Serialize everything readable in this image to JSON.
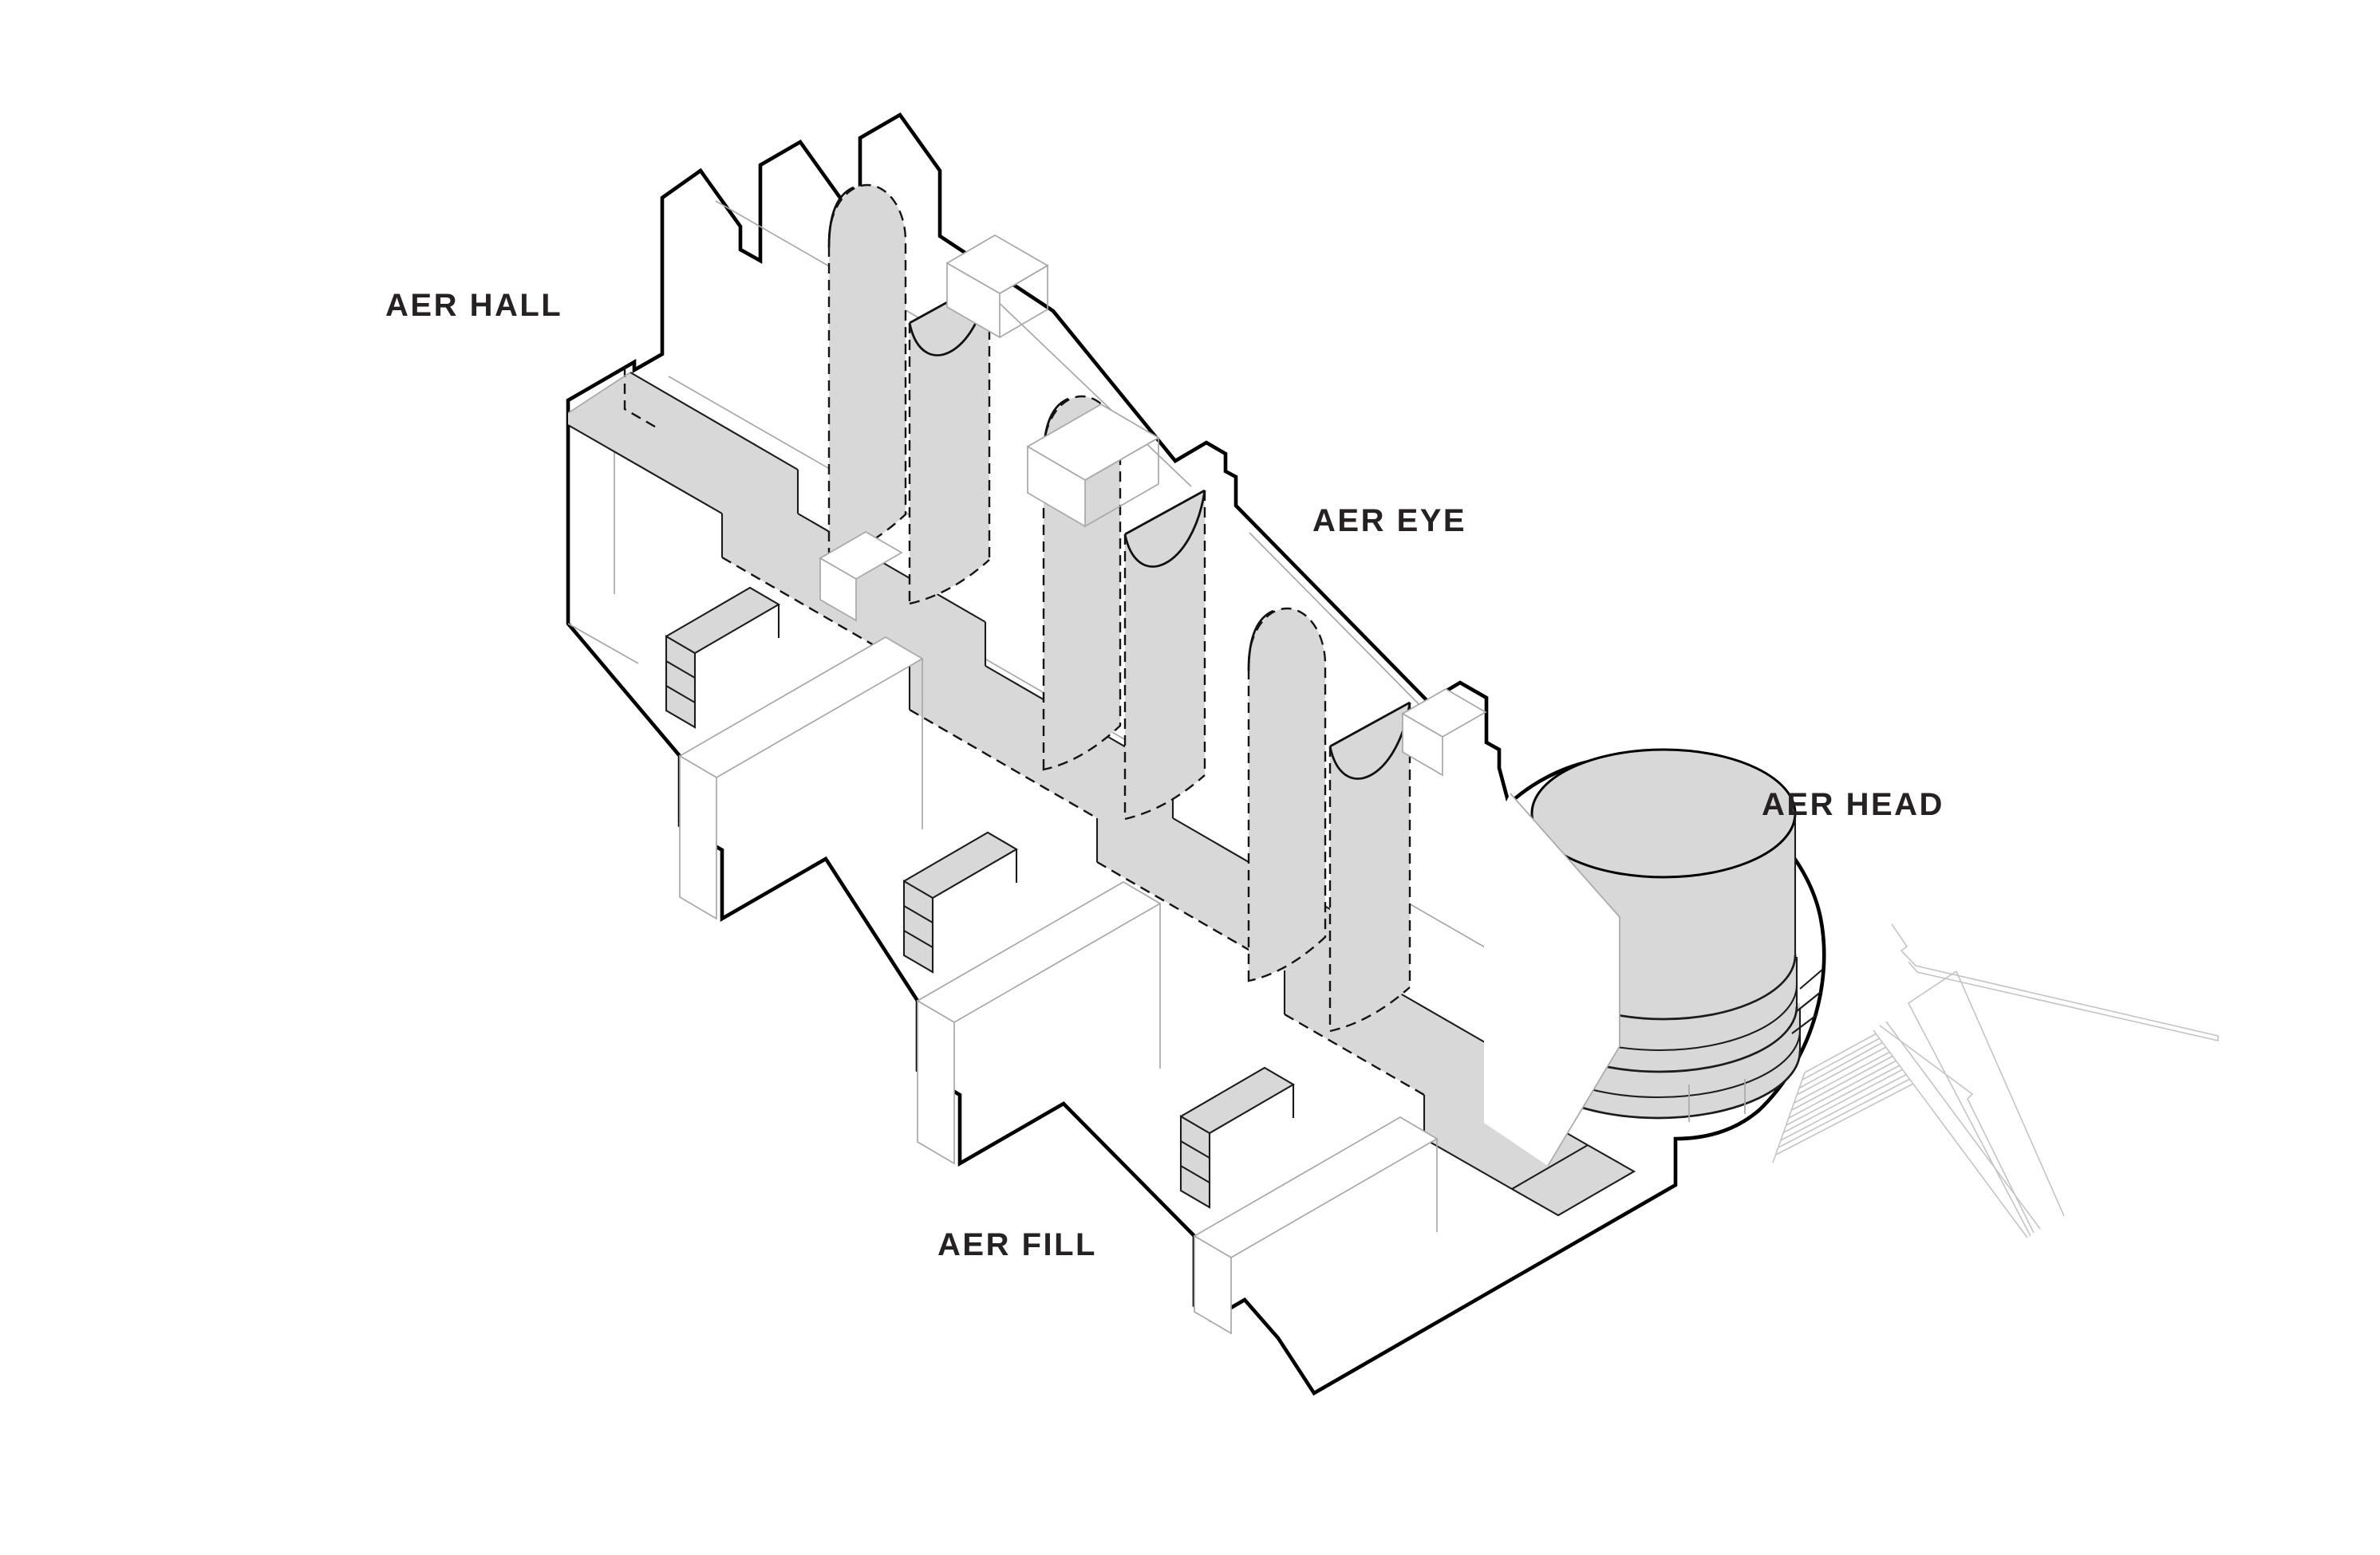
{
  "diagram": {
    "labels": {
      "hall": "AER HALL",
      "eye": "AER EYE",
      "head": "AER HEAD",
      "fill": "AER FILL"
    },
    "colors": {
      "background": "#ffffff",
      "outline": "#000000",
      "volume_gray": "#d8d8d8",
      "edge_dark": "#1c1c1c",
      "edge_gray": "#a8a8a8",
      "site_gray": "#c4c4c4",
      "label": "#262224"
    }
  }
}
